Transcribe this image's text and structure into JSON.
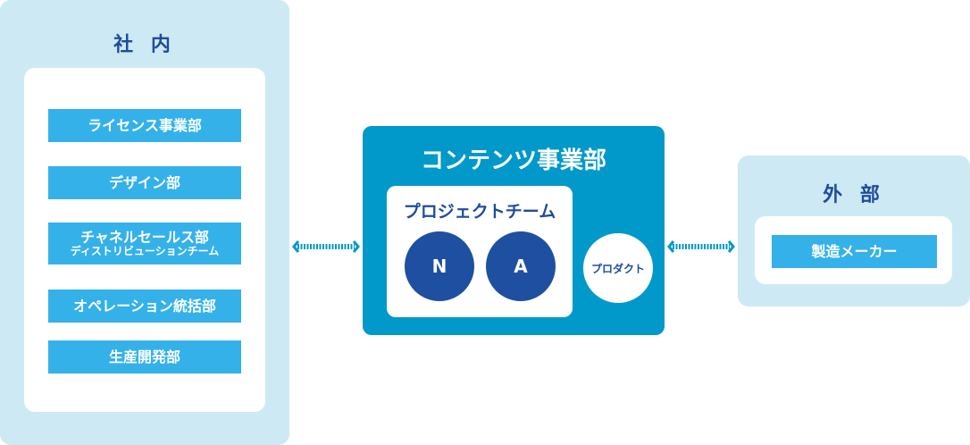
{
  "internal": {
    "title": "社 内",
    "departments": [
      {
        "label": "ライセンス事業部"
      },
      {
        "label": "デザイン部"
      },
      {
        "label": "チャネルセールス部",
        "sub": "ディストリビューションチーム"
      },
      {
        "label": "オペレーション統括部"
      },
      {
        "label": "生産開発部"
      }
    ]
  },
  "center": {
    "title": "コンテンツ事業部",
    "team": {
      "title": "プロジェクトチーム",
      "members": [
        "N",
        "A"
      ]
    },
    "product": "プロダクト"
  },
  "external": {
    "title": "外 部",
    "items": [
      "製造メーカー"
    ]
  },
  "colors": {
    "panel_bg": "#cdeaf4",
    "dept": "#35b1ea",
    "center": "#0099c9",
    "dark": "#1f4fa0"
  }
}
